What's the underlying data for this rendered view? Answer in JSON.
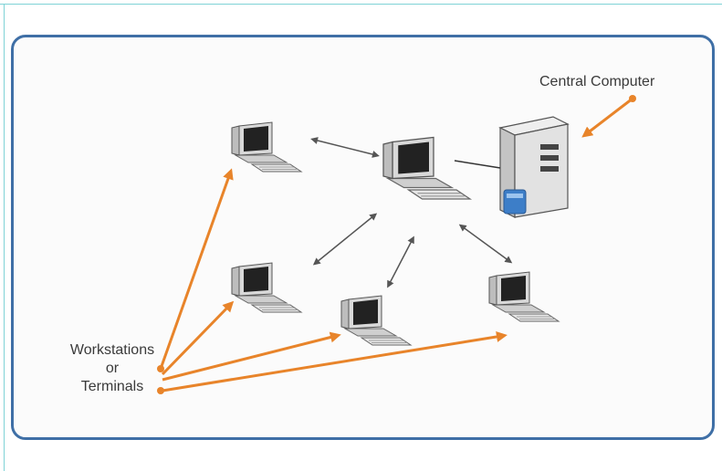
{
  "labels": {
    "central": "Central Computer",
    "workstations_line1": "Workstations",
    "workstations_line2": "or",
    "workstations_line3": "Terminals"
  },
  "colors": {
    "border": "#3f6fa6",
    "pointer": "#e8842a",
    "arrow": "#555555",
    "monitor": "#d9d9d9",
    "screen": "#222222",
    "server": "#dcdcdc",
    "server_accent": "#3d7ec8"
  },
  "icons": {
    "workstation": "desktop-computer-icon",
    "server": "server-tower-icon"
  }
}
